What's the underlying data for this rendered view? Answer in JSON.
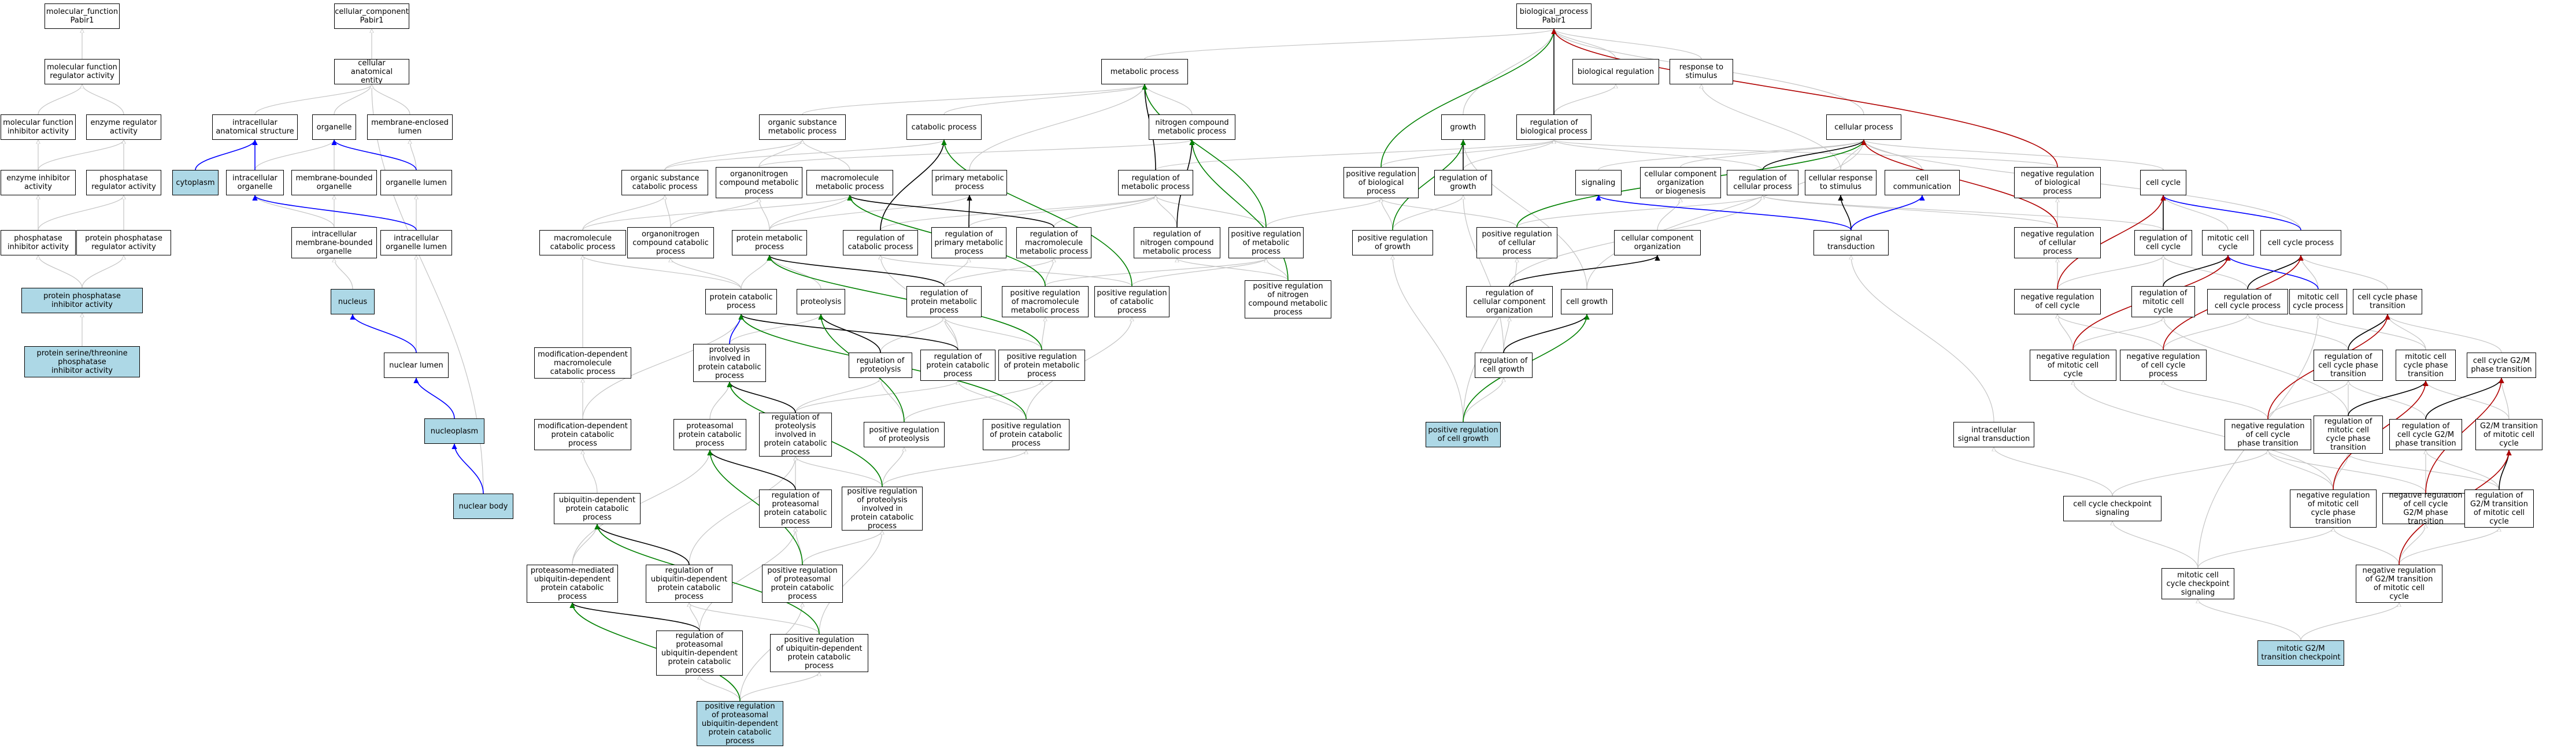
{
  "colors": {
    "is_a": "#c4c4c4",
    "part_of": "#0000ff",
    "regulates": "#000000",
    "positively_regulates": "#008000",
    "negatively_regulates": "#b00000",
    "highlight_fill": "#add8e6",
    "node_border": "#000000"
  },
  "nodes": {
    "molecular_function": "molecular_function\nPabir1",
    "cellular_component": "cellular_component\nPabir1",
    "biological_process": "biological_process\nPabir1",
    "mf_regulator_activity": "molecular function\nregulator activity",
    "cellular_anatomical_entity": "cellular anatomical\nentity",
    "mf_inhibitor_activity": "molecular function\ninhibitor activity",
    "enzyme_regulator_activity": "enzyme regulator\nactivity",
    "intracellular_anatomical_structure": "intracellular\nanatomical structure",
    "organelle": "organelle",
    "membrane_enclosed_lumen": "membrane-enclosed\nlumen",
    "enzyme_inhibitor_activity": "enzyme inhibitor\nactivity",
    "phosphatase_regulator_activity": "phosphatase\nregulator activity",
    "cytoplasm": "cytoplasm",
    "intracellular_organelle": "intracellular\norganelle",
    "membrane_bounded_organelle": "membrane-bounded\norganelle",
    "organelle_lumen": "organelle lumen",
    "phosphatase_inhibitor_activity": "phosphatase\ninhibitor activity",
    "protein_phosphatase_regulator_activity": "protein phosphatase\nregulator activity",
    "intracellular_membrane_bounded_organelle": "intracellular\nmembrane-bounded\norganelle",
    "intracellular_organelle_lumen": "intracellular\norganelle lumen",
    "protein_phosphatase_inhibitor_activity": "protein phosphatase\ninhibitor activity",
    "nucleus": "nucleus",
    "protein_serine_threonine_phosphatase_inhibitor_activity": "protein serine/threonine\nphosphatase\ninhibitor activity",
    "nuclear_lumen": "nuclear lumen",
    "nucleoplasm": "nucleoplasm",
    "nuclear_body": "nuclear body",
    "metabolic_process": "metabolic process",
    "organic_substance_metabolic_process": "organic substance\nmetabolic process",
    "catabolic_process": "catabolic process",
    "nitrogen_compound_metabolic_process": "nitrogen compound\nmetabolic process",
    "organic_substance_catabolic_process": "organic substance\ncatabolic process",
    "organonitrogen_compound_metabolic_process": "organonitrogen\ncompound metabolic\nprocess",
    "macromolecule_metabolic_process": "macromolecule\nmetabolic process",
    "primary_metabolic_process": "primary metabolic\nprocess",
    "regulation_of_metabolic_process": "regulation of\nmetabolic process",
    "macromolecule_catabolic_process": "macromolecule\ncatabolic process",
    "organonitrogen_compound_catabolic_process": "organonitrogen\ncompound catabolic\nprocess",
    "protein_metabolic_process": "protein metabolic\nprocess",
    "regulation_of_catabolic_process": "regulation of\ncatabolic process",
    "regulation_of_primary_metabolic_process": "regulation of\nprimary metabolic\nprocess",
    "regulation_of_macromolecule_metabolic_process": "regulation of\nmacromolecule\nmetabolic process",
    "regulation_of_nitrogen_compound_metabolic_process": "regulation of\nnitrogen compound\nmetabolic process",
    "positive_regulation_of_metabolic_process": "positive regulation\nof metabolic\nprocess",
    "positive_regulation_of_nitrogen_compound_metabolic_process": "positive regulation\nof nitrogen\ncompound metabolic\nprocess",
    "protein_catabolic_process": "protein catabolic\nprocess",
    "proteolysis": "proteolysis",
    "regulation_of_protein_metabolic_process": "regulation of\nprotein metabolic\nprocess",
    "positive_regulation_of_macromolecule_metabolic_process": "positive regulation\nof macromolecule\nmetabolic process",
    "positive_regulation_of_catabolic_process": "positive regulation\nof catabolic\nprocess",
    "modification_dependent_macromolecule_catabolic_process": "modification-dependent\nmacromolecule\ncatabolic process",
    "proteolysis_involved_in_protein_catabolic_process": "proteolysis\ninvolved in\nprotein catabolic\nprocess",
    "regulation_of_proteolysis": "regulation of\nproteolysis",
    "regulation_of_protein_catabolic_process": "regulation of\nprotein catabolic\nprocess",
    "positive_regulation_of_protein_metabolic_process": "positive regulation\nof protein metabolic\nprocess",
    "modification_dependent_protein_catabolic_process": "modification-dependent\nprotein catabolic\nprocess",
    "proteasomal_protein_catabolic_process": "proteasomal\nprotein catabolic\nprocess",
    "regulation_of_proteolysis_involved_in_protein_catabolic_process": "regulation of\nproteolysis\ninvolved in\nprotein catabolic\nprocess",
    "positive_regulation_of_proteolysis": "positive regulation\nof proteolysis",
    "positive_regulation_of_protein_catabolic_process": "positive regulation\nof protein catabolic\nprocess",
    "ubiquitin_dependent_protein_catabolic_process": "ubiquitin-dependent\nprotein catabolic\nprocess",
    "regulation_of_proteasomal_protein_catabolic_process": "regulation of\nproteasomal\nprotein catabolic\nprocess",
    "positive_regulation_of_proteolysis_involved_in_protein_catabolic_process": "positive regulation\nof proteolysis\ninvolved in\nprotein catabolic\nprocess",
    "proteasome_mediated_ubiquitin_dependent_protein_catabolic_process": "proteasome-mediated\nubiquitin-dependent\nprotein catabolic\nprocess",
    "regulation_of_ubiquitin_dependent_protein_catabolic_process": "regulation of\nubiquitin-dependent\nprotein catabolic\nprocess",
    "positive_regulation_of_proteasomal_protein_catabolic_process": "positive regulation\nof proteasomal\nprotein catabolic\nprocess",
    "regulation_of_proteasomal_ubiquitin_dependent_protein_catabolic_process": "regulation of\nproteasomal\nubiquitin-dependent\nprotein catabolic\nprocess",
    "positive_regulation_of_ubiquitin_dependent_protein_catabolic_process": "positive regulation\nof ubiquitin-dependent\nprotein catabolic\nprocess",
    "positive_regulation_of_proteasomal_ubiquitin_dependent_protein_catabolic_process": "positive regulation\nof proteasomal\nubiquitin-dependent\nprotein catabolic\nprocess",
    "biological_regulation": "biological regulation",
    "response_to_stimulus": "response to\nstimulus",
    "growth": "growth",
    "regulation_of_biological_process": "regulation of\nbiological process",
    "cellular_process": "cellular process",
    "positive_regulation_of_biological_process": "positive regulation\nof biological\nprocess",
    "regulation_of_growth": "regulation of\ngrowth",
    "signaling": "signaling",
    "cellular_component_organization_or_biogenesis": "cellular component\norganization\nor biogenesis",
    "regulation_of_cellular_process": "regulation of\ncellular process",
    "cellular_response_to_stimulus": "cellular response\nto stimulus",
    "cell_communication": "cell communication",
    "negative_regulation_of_biological_process": "negative regulation\nof biological\nprocess",
    "positive_regulation_of_growth": "positive regulation\nof growth",
    "positive_regulation_of_cellular_process": "positive regulation\nof cellular\nprocess",
    "cellular_component_organization": "cellular component\norganization",
    "signal_transduction": "signal transduction",
    "regulation_of_cellular_component_organization": "regulation of\ncellular component\norganization",
    "cell_growth": "cell growth",
    "regulation_of_cell_growth": "regulation of\ncell growth",
    "positive_regulation_of_cell_growth": "positive regulation\nof cell growth",
    "intracellular_signal_transduction": "intracellular\nsignal transduction",
    "cell_cycle": "cell cycle",
    "negative_regulation_of_cellular_process": "negative regulation\nof cellular\nprocess",
    "regulation_of_cell_cycle": "regulation of\ncell cycle",
    "mitotic_cell_cycle": "mitotic cell\ncycle",
    "cell_cycle_process": "cell cycle process",
    "negative_regulation_of_cell_cycle": "negative regulation\nof cell cycle",
    "regulation_of_mitotic_cell_cycle": "regulation of\nmitotic cell\ncycle",
    "regulation_of_cell_cycle_process": "regulation of\ncell cycle process",
    "mitotic_cell_cycle_process": "mitotic cell\ncycle process",
    "cell_cycle_phase_transition": "cell cycle phase\ntransition",
    "negative_regulation_of_mitotic_cell_cycle": "negative regulation\nof mitotic cell\ncycle",
    "negative_regulation_of_cell_cycle_process": "negative regulation\nof cell cycle\nprocess",
    "regulation_of_cell_cycle_phase_transition": "regulation of\ncell cycle phase\ntransition",
    "mitotic_cell_cycle_phase_transition": "mitotic cell\ncycle phase\ntransition",
    "cell_cycle_g2m_phase_transition": "cell cycle G2/M\nphase transition",
    "negative_regulation_of_cell_cycle_phase_transition": "negative regulation\nof cell cycle\nphase transition",
    "regulation_of_mitotic_cell_cycle_phase_transition": "regulation of\nmitotic cell\ncycle phase\ntransition",
    "regulation_of_cell_cycle_g2m_phase_transition": "regulation of\ncell cycle G2/M\nphase transition",
    "g2m_transition_of_mitotic_cell_cycle": "G2/M transition\nof mitotic cell\ncycle",
    "cell_cycle_checkpoint_signaling": "cell cycle checkpoint\nsignaling",
    "negative_regulation_of_mitotic_cell_cycle_phase_transition": "negative regulation\nof mitotic cell\ncycle phase\ntransition",
    "negative_regulation_of_cell_cycle_g2m_phase_transition": "negative regulation\nof cell cycle\nG2/M phase transition",
    "regulation_of_g2m_transition_of_mitotic_cell_cycle": "regulation of\nG2/M transition\nof mitotic cell\ncycle",
    "mitotic_cell_cycle_checkpoint_signaling": "mitotic cell\ncycle checkpoint\nsignaling",
    "negative_regulation_of_g2m_transition_of_mitotic_cell_cycle": "negative regulation\nof G2/M transition\nof mitotic cell\ncycle",
    "mitotic_g2m_transition_checkpoint": "mitotic G2/M\ntransition checkpoint"
  }
}
